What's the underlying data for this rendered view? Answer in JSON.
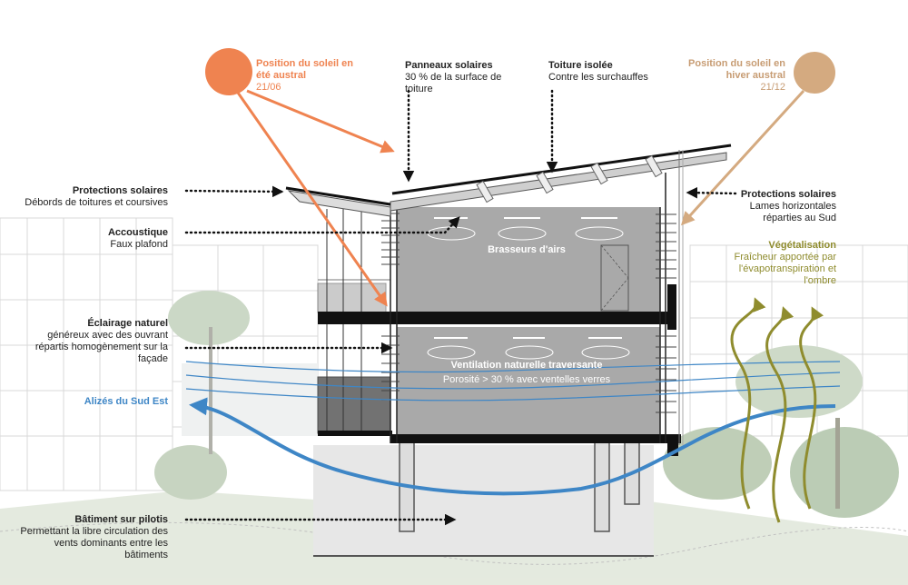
{
  "sun_summer": {
    "title": "Position du soleil en été austral",
    "date": "21/06",
    "color": "#ef8350"
  },
  "sun_winter": {
    "title": "Position du soleil en hiver austral",
    "date": "21/12",
    "color": "#d4aa80"
  },
  "solar_panels": {
    "title": "Panneaux solaires",
    "subtitle": "30 % de la surface de toiture"
  },
  "insulated_roof": {
    "title": "Toiture isolée",
    "subtitle": "Contre les surchauffes"
  },
  "sun_protection_left": {
    "title": "Protections solaires",
    "subtitle": "Débords de toitures et coursives"
  },
  "sun_protection_right": {
    "title": "Protections solaires",
    "subtitle": "Lames horizontales réparties au Sud"
  },
  "acoustics": {
    "title": "Accoustique",
    "subtitle": "Faux plafond"
  },
  "vegetation": {
    "title": "Végétalisation",
    "subtitle": "Fraîcheur apportée par l'évapotranspiration et l'ombre",
    "color": "#8f8c2e"
  },
  "natural_light": {
    "title": "Éclairage naturel",
    "subtitle": "généreux avec des ouvrant répartis homogènement sur la façade"
  },
  "trade_winds": {
    "title": "Alizés du Sud Est",
    "color": "#3e86c6"
  },
  "stilts": {
    "title": "Bâtiment sur pilotis",
    "subtitle": "Permettant la libre circulation des vents dominants entre les bâtiments"
  },
  "ceiling_fans": {
    "title": "Brasseurs d'airs"
  },
  "cross_ventilation": {
    "title": "Ventilation naturelle traversante",
    "subtitle": "Porosité > 30 % avec ventelles verres"
  }
}
